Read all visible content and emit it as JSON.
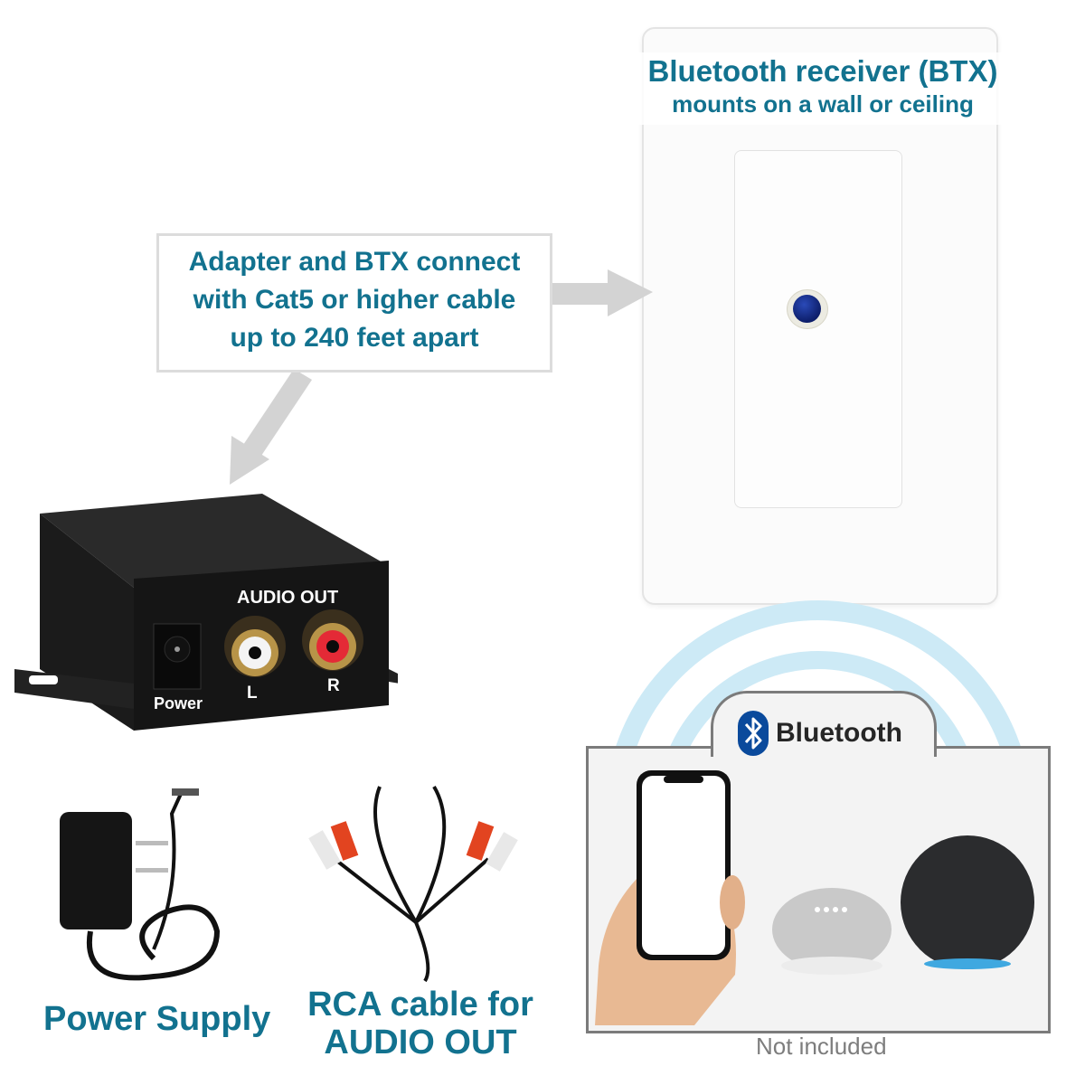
{
  "receiver": {
    "title": "Bluetooth receiver (BTX)",
    "subtitle": "mounts on a wall or ceiling"
  },
  "callout": {
    "lines": [
      "Adapter and BTX connect",
      "with Cat5 or higher cable",
      "up to 240 feet apart"
    ]
  },
  "adapter": {
    "audio_out_label": "AUDIO OUT",
    "power_label": "Power",
    "left_label": "L",
    "right_label": "R"
  },
  "bluetooth_panel": {
    "label": "Bluetooth",
    "icon": "bluetooth-icon",
    "devices": [
      "smartphone",
      "smart-speaker-mini",
      "smart-speaker-sphere"
    ],
    "footnote": "Not included"
  },
  "accessories": {
    "power_supply_label": "Power Supply",
    "rca_label_line1": "RCA cable for",
    "rca_label_line2": "AUDIO OUT"
  },
  "colors": {
    "accent_teal": "#12728f",
    "arrow_gray": "#d3d3d3",
    "wave_blue": "#cdeaf6",
    "bluetooth_blue": "#0a4a9c",
    "box_border": "#7b7b7b"
  }
}
